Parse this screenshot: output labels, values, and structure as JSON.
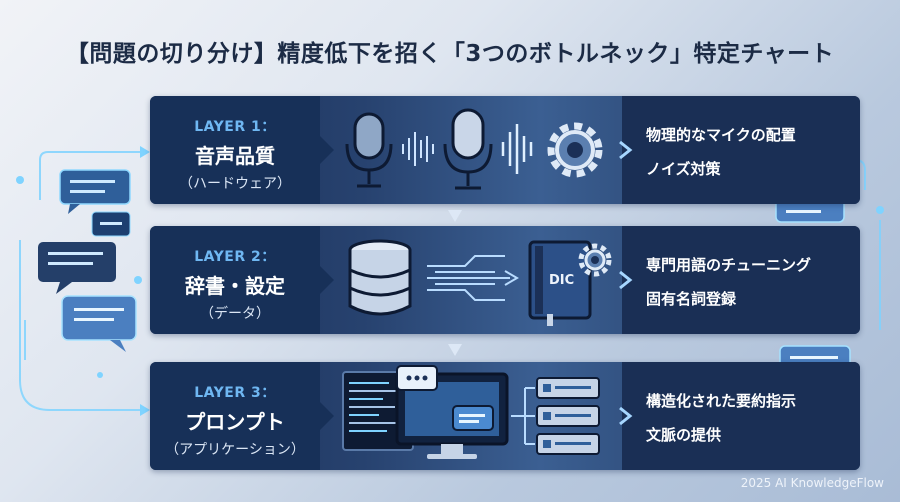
{
  "title": "【問題の切り分け】精度低下を招く「3つのボトルネック」特定チャート",
  "layers": [
    {
      "name": "LAYER 1：",
      "title": "音声品質",
      "subtitle": "（ハードウェア）",
      "points": [
        "物理的なマイクの配置",
        "ノイズ対策"
      ]
    },
    {
      "name": "LAYER 2：",
      "title": "辞書・設定",
      "subtitle": "（データ）",
      "points": [
        "専門用語のチューニング",
        "固有名詞登録"
      ]
    },
    {
      "name": "LAYER 3：",
      "title": "プロンプト",
      "subtitle": "（アプリケーション）",
      "points": [
        "構造化された要約指示",
        "文脈の提供"
      ]
    }
  ],
  "dic_label": "DIC",
  "footer": "2025 AI KnowledgeFlow",
  "icons": [
    "microphone-icon",
    "sound-wave-icon",
    "gear-icon",
    "database-icon",
    "dictionary-book-icon",
    "monitor-icon",
    "chat-bubble-icon"
  ],
  "colors": {
    "panel": "#1b3057",
    "accent": "#6fb7f2",
    "glow": "#7fd3ff"
  }
}
